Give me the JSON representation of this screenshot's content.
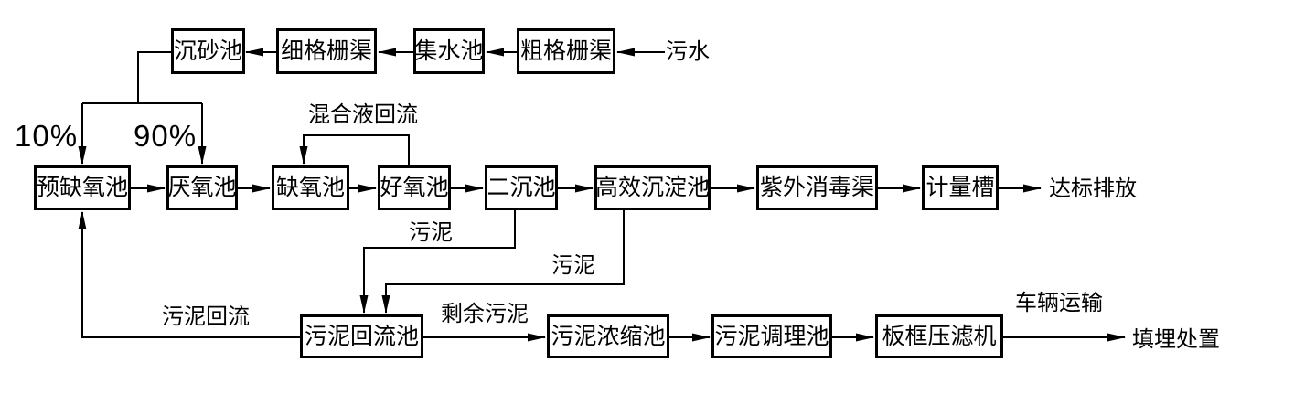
{
  "colors": {
    "line": "#000000",
    "background": "#ffffff",
    "text": "#000000"
  },
  "pretreatment_row": {
    "influent_label": "污水",
    "coarse_screen": "粗格栅渠",
    "collection_tank": "集水池",
    "fine_screen": "细格栅渠",
    "grit_chamber": "沉砂池"
  },
  "split": {
    "to_pre_anoxic": "10%",
    "to_anaerobic": "90%"
  },
  "main_row": {
    "pre_anoxic_tank": "预缺氧池",
    "anaerobic_tank": "厌氧池",
    "anoxic_tank": "缺氧池",
    "aerobic_tank": "好氧池",
    "secondary_clarifier": "二沉池",
    "high_efficiency_clarifier": "高效沉淀池",
    "uv_disinfection_channel": "紫外消毒渠",
    "measuring_flume": "计量槽",
    "effluent_label": "达标排放",
    "mixed_liquor_return_label": "混合液回流"
  },
  "sludge_row": {
    "sludge_label_1": "污泥",
    "sludge_label_2": "污泥",
    "sludge_return_label": "污泥回流",
    "sludge_return_tank": "污泥回流池",
    "excess_sludge_label": "剩余污泥",
    "sludge_thickener": "污泥浓缩池",
    "sludge_conditioning_tank": "污泥调理池",
    "plate_frame_filter_press": "板框压滤机",
    "vehicle_transport_label": "车辆运输",
    "landfill_label": "填埋处置"
  }
}
